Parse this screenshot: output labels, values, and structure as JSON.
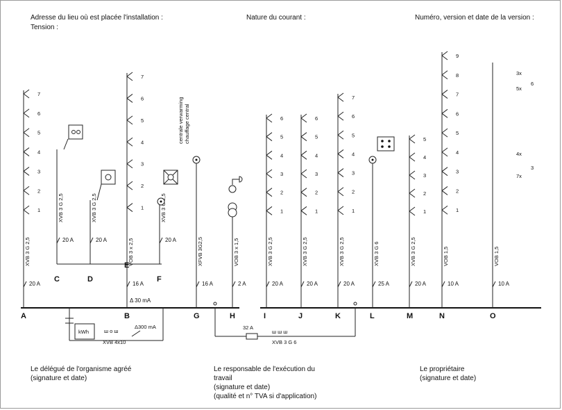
{
  "header": {
    "address_line1": "Adresse du lieu où est placée l'installation :",
    "address_line2": "Tension :",
    "current": "Nature du courant :",
    "version": "Numéro, version et date de la version :"
  },
  "footer": {
    "delegate_line1": "Le délégué de l'organisme agréé",
    "delegate_line2": "(signature et date)",
    "responsible_line1": "Le responsable de l'exécution du",
    "responsible_line2": "travail",
    "responsible_line3": "(signature et date)",
    "responsible_line4": "(qualité et n° TVA si d'application)",
    "owner_line1": "Le propriétaire",
    "owner_line2": "(signature et date)"
  },
  "circuits": [
    {
      "letter": "A",
      "cable": "XVB 3 G 2,5",
      "rating": "20 A"
    },
    {
      "letter": "B",
      "cable": "VOB 3 x 2,5",
      "rating": "16 A",
      "diff": "Δ 30 mA"
    },
    {
      "letter": "C",
      "cable": "XVB 3 G 2,5",
      "rating": "20 A"
    },
    {
      "letter": "D",
      "cable": "XVB 3 G 2,5",
      "rating": "20 A"
    },
    {
      "letter": "E",
      "cable": "",
      "rating": ""
    },
    {
      "letter": "F",
      "cable": "XVB 3 G 2,5",
      "rating": "20 A"
    },
    {
      "letter": "G",
      "cable": "XFVB 3G2,5",
      "rating": "16 A"
    },
    {
      "letter": "H",
      "cable": "VOB 3 x 1,5",
      "rating": "2 A"
    },
    {
      "letter": "I",
      "cable": "XVB 3 G 2,5",
      "rating": "20 A"
    },
    {
      "letter": "J",
      "cable": "XVB 3 G 2,5",
      "rating": "20 A"
    },
    {
      "letter": "K",
      "cable": "XVB 3 G 2,5",
      "rating": "20 A"
    },
    {
      "letter": "L",
      "cable": "XVB 3 G 6",
      "rating": "25 A"
    },
    {
      "letter": "M",
      "cable": "XVB 3 G 2,5",
      "rating": "20 A"
    },
    {
      "letter": "N",
      "cable": "VOB 1,5",
      "rating": "10 A"
    },
    {
      "letter": "O",
      "cable": "VOB 1,5",
      "rating": "10 A"
    }
  ],
  "annotations": {
    "g_note1": "centrale verwarming",
    "g_note2": "chauffage central",
    "main_diff": "Δ300 mA",
    "meter": "kWh",
    "main_cable": "XVB 4x10",
    "feed_rating": "32 A",
    "feed_cable": "XVB 3 G 6",
    "o_note_3x": "3x",
    "o_note_5x": "5x",
    "o_note_4x": "4x",
    "o_note_7x": "7x",
    "o_num_6": "6",
    "o_num_3": "3"
  }
}
